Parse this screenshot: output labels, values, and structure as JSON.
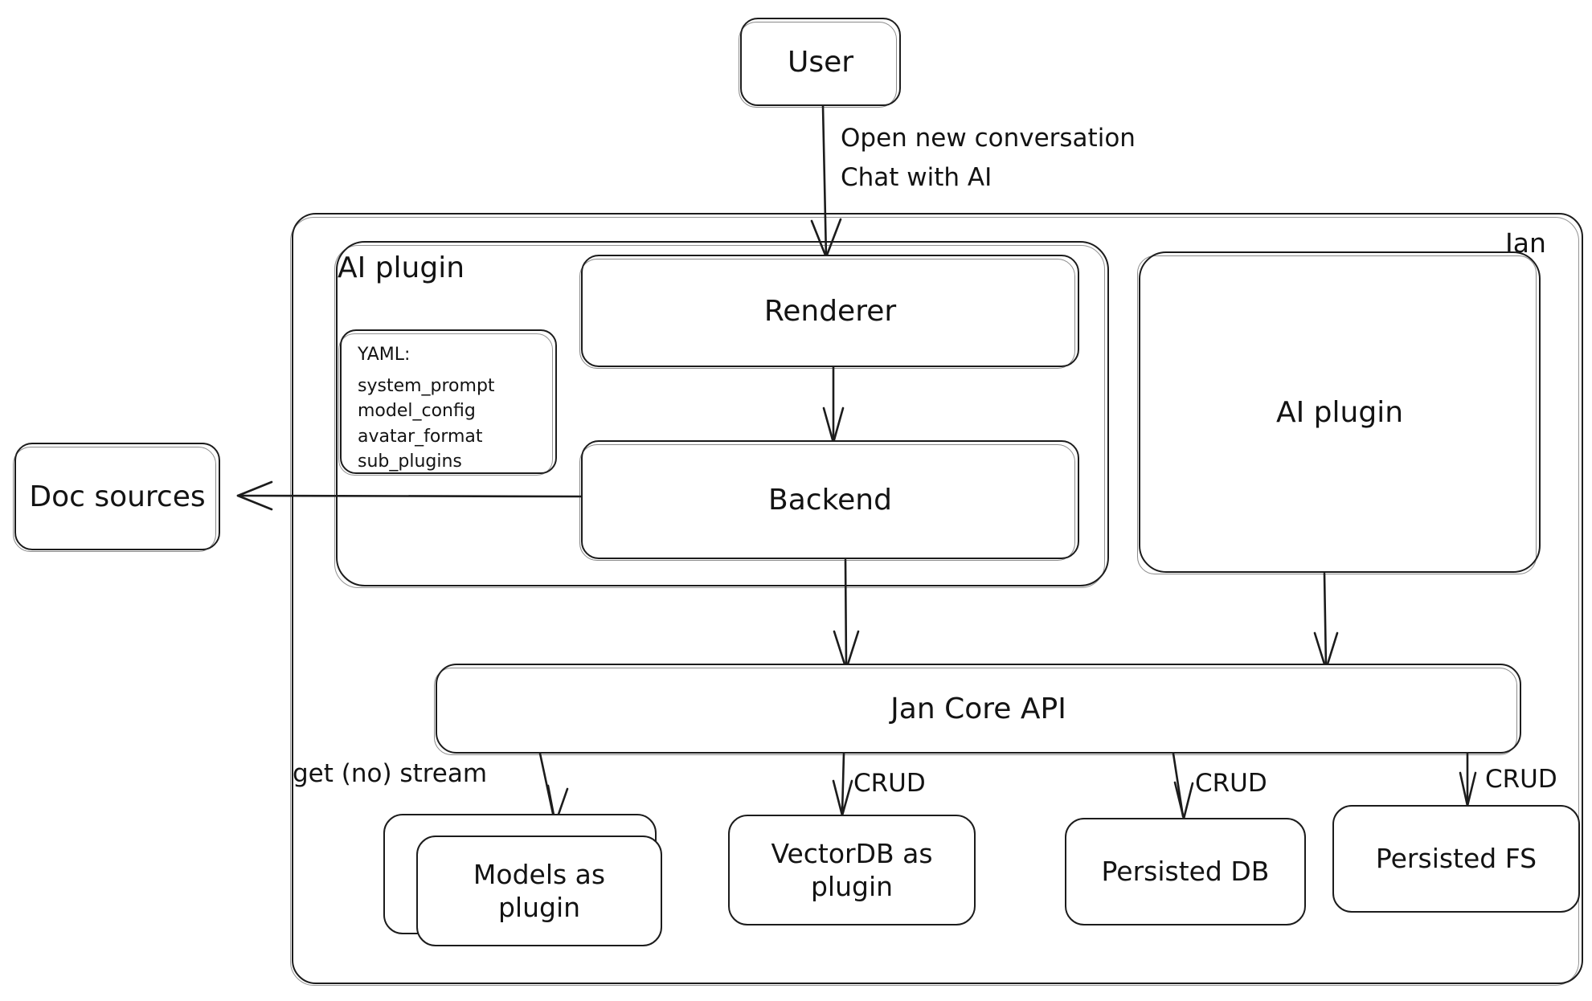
{
  "diagram": {
    "title": "Jan architecture diagram",
    "style": "hand-drawn sketch",
    "stroke_color": "#1c1c1c",
    "background_color": "#ffffff"
  },
  "groups": {
    "jan": {
      "label": "Jan"
    },
    "ai_plugin_group": {
      "label": "AI plugin"
    }
  },
  "nodes": {
    "user": {
      "label": "User"
    },
    "renderer": {
      "label": "Renderer"
    },
    "backend": {
      "label": "Backend"
    },
    "ai_plugin": {
      "label": "AI plugin"
    },
    "doc_sources": {
      "label": "Doc sources"
    },
    "jan_core_api": {
      "label": "Jan Core API"
    },
    "models_plugin": {
      "label": "Models as\nplugin"
    },
    "vectordb_plugin": {
      "label": "VectorDB as\nplugin"
    },
    "persisted_db": {
      "label": "Persisted DB"
    },
    "persisted_fs": {
      "label": "Persisted FS"
    }
  },
  "yaml_card": {
    "lines": [
      "YAML:",
      "system_prompt",
      "model_config",
      "avatar_format",
      "sub_plugins"
    ]
  },
  "edges": [
    {
      "id": "user-to-renderer",
      "from": "user",
      "to": "renderer",
      "label": "Open new conversation\nChat with AI"
    },
    {
      "id": "renderer-to-backend",
      "from": "renderer",
      "to": "backend",
      "label": ""
    },
    {
      "id": "backend-to-doc-sources",
      "from": "backend",
      "to": "doc_sources",
      "label": ""
    },
    {
      "id": "backend-to-core-api",
      "from": "backend",
      "to": "jan_core_api",
      "label": ""
    },
    {
      "id": "ai-plugin-to-core-api",
      "from": "ai_plugin",
      "to": "jan_core_api",
      "label": ""
    },
    {
      "id": "core-api-to-models",
      "from": "jan_core_api",
      "to": "models_plugin",
      "label": "get (no) stream"
    },
    {
      "id": "core-api-to-vectordb",
      "from": "jan_core_api",
      "to": "vectordb_plugin",
      "label": "CRUD"
    },
    {
      "id": "core-api-to-persisted-db",
      "from": "jan_core_api",
      "to": "persisted_db",
      "label": "CRUD"
    },
    {
      "id": "core-api-to-persisted-fs",
      "from": "jan_core_api",
      "to": "persisted_fs",
      "label": "CRUD"
    }
  ],
  "edge_labels": {
    "user_flow_line1": "Open new conversation",
    "user_flow_line2": "Chat with AI",
    "get_no_stream": "get (no) stream",
    "crud_vectordb": "CRUD",
    "crud_persisted_db": "CRUD",
    "crud_persisted_fs": "CRUD"
  }
}
